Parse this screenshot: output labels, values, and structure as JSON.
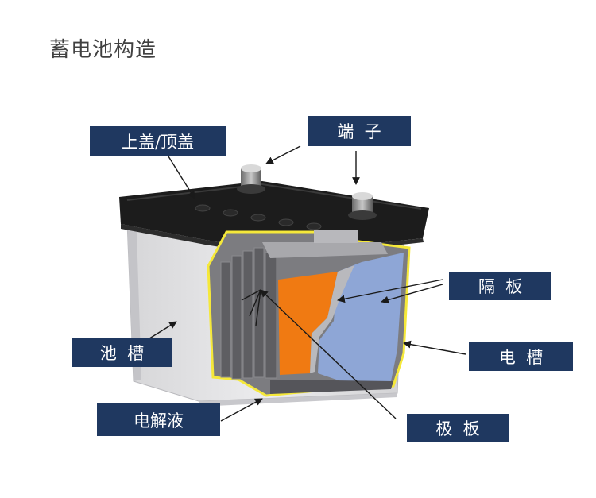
{
  "title": "蓄电池构造",
  "labels": {
    "top_cover": "上盖/顶盖",
    "terminal": "端  子",
    "separator": "隔  板",
    "cell_groove": "池  槽",
    "container": "电  槽",
    "electrolyte": "电解液",
    "plate": "极  板"
  },
  "colors": {
    "label_bg": "#1f3860",
    "label_text": "#ffffff",
    "lid": "#1c1c1c",
    "case": "#e4e4e6",
    "cutaway_outline": "#f5e83a",
    "plate_orange": "#f07a12",
    "separator_blue": "#8ea6d6",
    "plate_grid": "#6c6c6c",
    "arrow": "#1a1a1a"
  }
}
